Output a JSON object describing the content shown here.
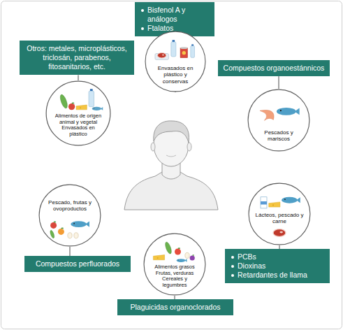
{
  "diagram": {
    "nodes": [
      {
        "text": [
          "Bisfenol A y análogos",
          "Ftalatos"
        ]
      },
      {
        "text": [
          "Envasados en plástico y conservas"
        ]
      },
      {
        "text": [
          "Otros: metales, microplásticos, triclosán, parabenos, fitosanitarios, etc."
        ]
      },
      {
        "text": [
          "Alimentos de origen animal y vegetal",
          "Envasados en plástico"
        ]
      },
      {
        "text": [
          "Compuestos organoestánnicos"
        ]
      },
      {
        "text": [
          "Pescados y mariscos"
        ]
      },
      {
        "text": [
          "Pescado, frutas y ovoproductos"
        ]
      },
      {
        "text": [
          "Compuestos perfluorados"
        ]
      },
      {
        "text": [
          "Alimentos grasos",
          "Frutas, verduras",
          "Cereales y legumbres"
        ]
      },
      {
        "text": [
          "Plaguicidas organoclorados"
        ]
      },
      {
        "text": [
          "Lácteos, pescado y carne"
        ]
      },
      {
        "text": [
          "PCBs",
          "Dioxinas",
          "Retardantes de llama"
        ]
      }
    ],
    "edges": [
      {
        "from": 0,
        "to": 1,
        "arrow": "none"
      },
      {
        "from": 2,
        "to": 3,
        "arrow": "none"
      },
      {
        "from": 4,
        "to": 5,
        "arrow": "none"
      },
      {
        "from": 7,
        "to": 6,
        "arrow": "none"
      },
      {
        "from": 9,
        "to": 8,
        "arrow": "none"
      },
      {
        "from": 11,
        "to": 10,
        "arrow": "none"
      }
    ]
  }
}
